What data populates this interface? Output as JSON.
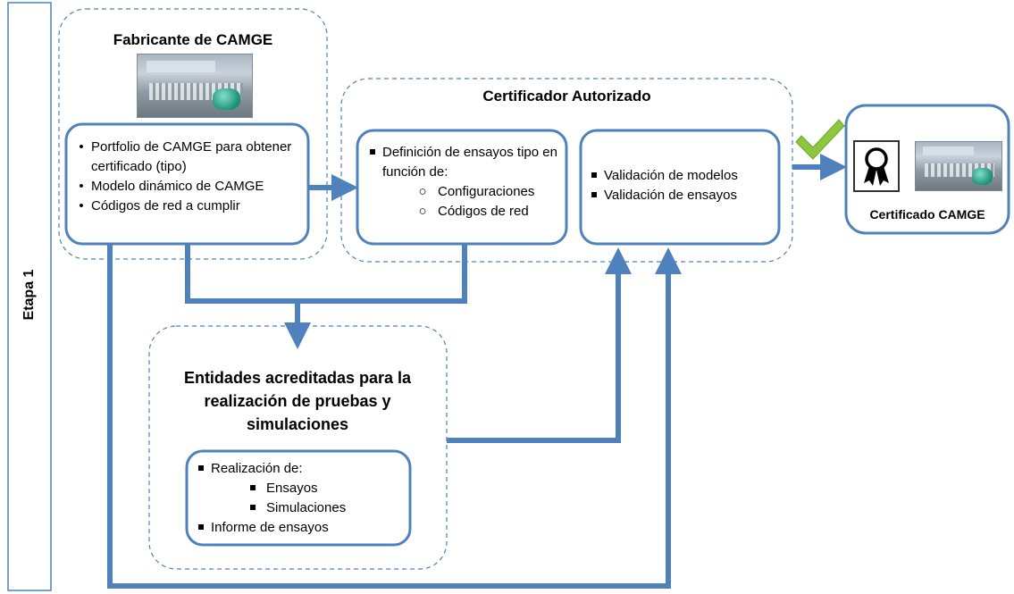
{
  "stage_label": "Etapa 1",
  "manufacturer": {
    "title": "Fabricante de CAMGE",
    "items": [
      "Portfolio de CAMGE para obtener certificado (tipo)",
      "Modelo dinámico de CAMGE",
      "Códigos de red a cumplir"
    ]
  },
  "certifier": {
    "title": "Certificador Autorizado",
    "definition": {
      "lead": "Definición de ensayos tipo en función de:",
      "sub": [
        "Configuraciones",
        "Códigos de red"
      ]
    },
    "validation": [
      "Validación de modelos",
      "Validación de ensayos"
    ]
  },
  "certificate": {
    "label": "Certificado CAMGE"
  },
  "entities": {
    "title": "Entidades acreditadas para la realización de pruebas y simulaciones",
    "lead": "Realización de:",
    "sub": [
      "Ensayos",
      "Simulaciones"
    ],
    "last": "Informe de ensayos"
  },
  "colors": {
    "box_border": "#4f81bd",
    "arrow": "#4f81bd",
    "dashed": "#4f81bd",
    "check": "#8dc63f"
  },
  "icons": {
    "check": "checkmark-icon",
    "award": "award-ribbon-icon",
    "plant": "plant-photo-icon"
  }
}
